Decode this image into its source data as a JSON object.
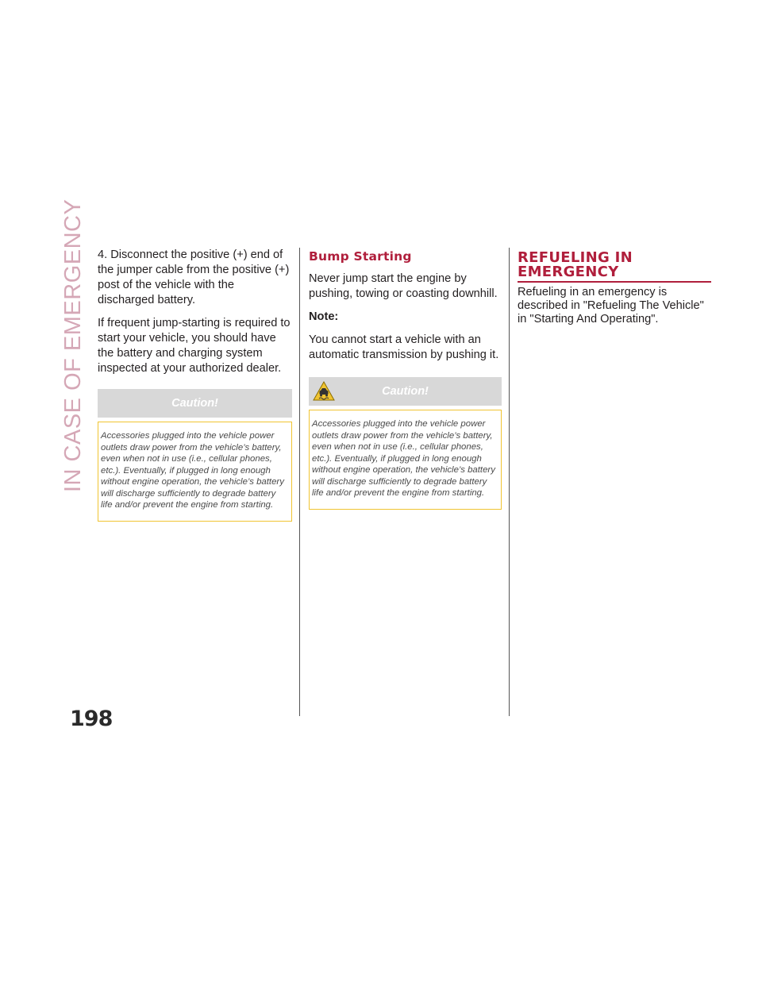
{
  "side_label": "IN CASE OF EMERGENCY",
  "page_number": "198",
  "col1": {
    "para1": "4.  Disconnect the positive (+) end of the jumper cable from the positive (+) post of the vehicle with the discharged battery.",
    "para2": "If frequent jump-starting is required to start your vehicle, you should have the battery and charging system inspected at your authorized dealer.",
    "caution_title": "Caution!",
    "caution_text": "Accessories plugged into the vehicle power outlets draw power from the vehicle’s battery, even when not in use (i.e., cellular phones, etc.). Eventually, if plugged in long enough without engine operation, the vehicle’s battery will discharge sufficiently to degrade battery life and/or prevent the engine from starting."
  },
  "col2": {
    "heading": "Bump Starting",
    "para1": "Never jump start the engine by pushing, towing or coasting downhill.",
    "note_label": "Note:",
    "para2": "You cannot start a vehicle with an automatic transmission by pushing it.",
    "caution_icon": "skidding-car-warning-icon",
    "caution_title": "Caution!",
    "caution_text": "Accessories plugged into the vehicle power outlets draw power from the vehicle’s battery, even when not in use (i.e., cellular phones, etc.). Eventually, if plugged in long enough without engine operation, the vehicle’s battery will discharge sufficiently to degrade battery life and/or prevent the engine from starting."
  },
  "col3": {
    "heading_line1": "REFUELING IN",
    "heading_line2": "EMERGENCY",
    "para1": "Refueling in an emergency is described in \"Refueling The Vehicle\" in \"Starting And Operating\"."
  },
  "colors": {
    "accent": "#b01f3c",
    "side_label": "#d5a7b6",
    "caution_bar": "#d8d8d8",
    "caution_border": "#f0c431"
  }
}
